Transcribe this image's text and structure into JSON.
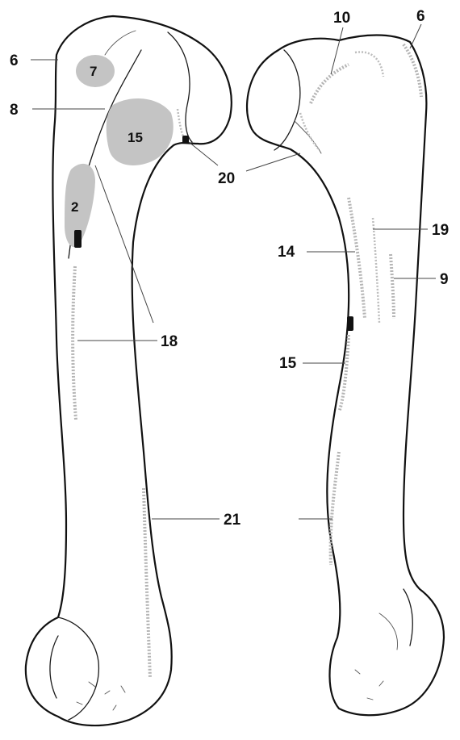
{
  "labels": {
    "l6a": "6",
    "l7": "7",
    "l8": "8",
    "l15a": "15",
    "l2": "2",
    "l18": "18",
    "l20": "20",
    "l21": "21",
    "l10": "10",
    "l6b": "6",
    "l19": "19",
    "l14": "14",
    "l9": "9",
    "l15b": "15"
  }
}
